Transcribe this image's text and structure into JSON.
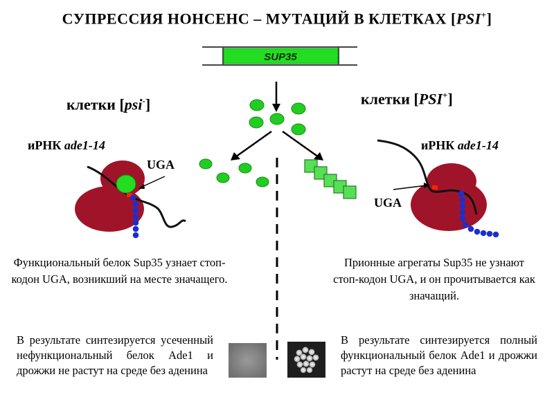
{
  "title": {
    "prefix": "СУПРЕССИЯ  НОНСЕНС – МУТАЦИЙ  В  КЛЕТКАХ  [",
    "strain": "PSI",
    "sup": "+",
    "suffix": "]"
  },
  "gene": {
    "label": "SUP35"
  },
  "left": {
    "cell_title": {
      "prefix": "клетки [",
      "strain": "psi",
      "sup": "-",
      "suffix": "]"
    },
    "mrna": {
      "prefix": "иРНК ",
      "gene": "ade1-14"
    },
    "codon": "UGA",
    "description": "Функциональный белок Sup35 узнает стоп-кодон UGA, возникший на месте значащего.",
    "result": "В результате синтезируется усеченный нефункциональный белок Ade1 и дрожжи не растут на среде без аденина"
  },
  "right": {
    "cell_title": {
      "prefix": "клетки [",
      "strain": "PSI",
      "sup": "+",
      "suffix": "]"
    },
    "mrna": {
      "prefix": "иРНК ",
      "gene": "ade1-14"
    },
    "codon": "UGA",
    "description": "Прионные агрегаты Sup35 не узнают стоп-кодон UGA, и он прочитывается как значащий.",
    "result": "В результате синтезируется полный функциональный белок Ade1 и дрожжи растут на среде без аденина"
  },
  "colors": {
    "gene_bar": "#22dd22",
    "protein": "#22cc22",
    "protein_stroke": "#119911",
    "ribosome": "#a0142a",
    "peptide": "#1a2fd0",
    "stop_mark": "#ff2200"
  },
  "icons": {
    "plate_no_growth": "empty-plate-photo",
    "plate_growth": "colony-plate-photo"
  }
}
